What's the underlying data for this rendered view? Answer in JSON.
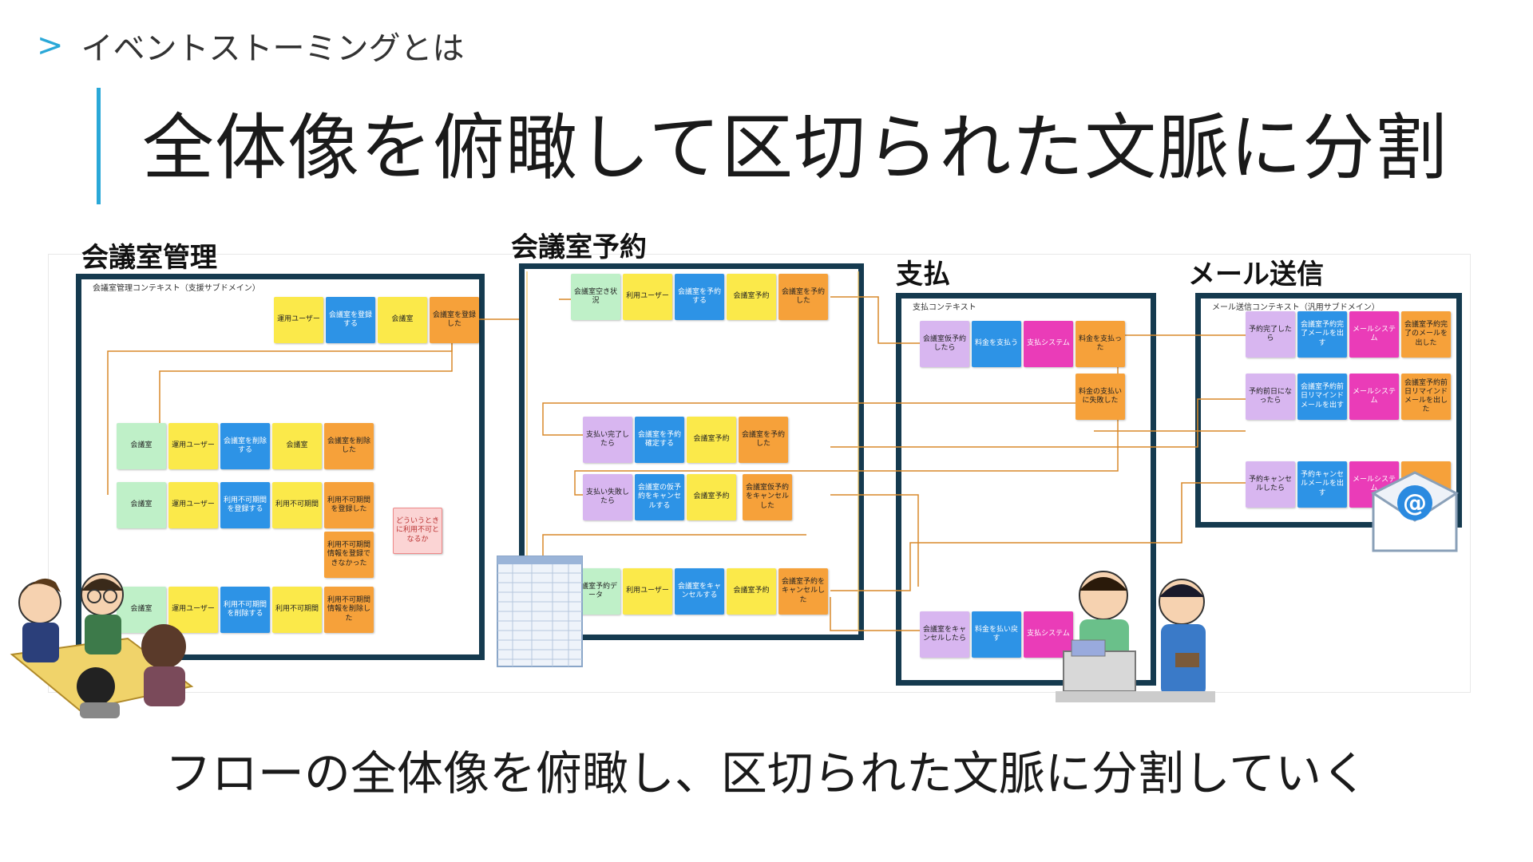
{
  "header": {
    "breadcrumb": "イベントストーミングとは",
    "title": "全体像を俯瞰して区切られた文脈に分割",
    "subtitle": "フローの全体像を俯瞰し、区切られた文脈に分割していく"
  },
  "contexts": {
    "room_mgmt": {
      "label": "会議室管理",
      "caption": "会議室管理コンテキスト（支援サブドメイン）",
      "notes": [
        "運用ユーザー",
        "会議室を登録する",
        "会議室",
        "会議室を登録した",
        "会議室",
        "運用ユーザー",
        "会議室を削除する",
        "会議室",
        "会議室を削除した",
        "会議室",
        "運用ユーザー",
        "利用不可期間を登録する",
        "利用不可期間",
        "利用不可期間を登録した",
        "利用不可期間情報を登録できなかった",
        "どういうときに利用不可となるか",
        "会議室",
        "運用ユーザー",
        "利用不可期間を削除する",
        "利用不可期間",
        "利用不可期間情報を削除した"
      ]
    },
    "reservation": {
      "label": "会議室予約",
      "notes": [
        "会議室空き状況",
        "利用ユーザー",
        "会議室を予約する",
        "会議室予約",
        "会議室を予約した",
        "支払い完了したら",
        "会議室を予約確定する",
        "会議室予約",
        "会議室を予約した",
        "支払い失敗したら",
        "会議室の仮予約をキャンセルする",
        "会議室予約",
        "会議室仮予約をキャンセルした",
        "会議室予約データ",
        "利用ユーザー",
        "会議室をキャンセルする",
        "会議室予約",
        "会議室予約をキャンセルした"
      ]
    },
    "payment": {
      "label": "支払",
      "caption": "支払コンテキスト",
      "notes": [
        "会議室仮予約したら",
        "料金を支払う",
        "支払システム",
        "料金を支払った",
        "料金の支払いに失敗した",
        "会議室をキャンセルしたら",
        "料金を払い戻す",
        "支払システム"
      ]
    },
    "mail": {
      "label": "メール送信",
      "caption": "メール送信コンテキスト（汎用サブドメイン）",
      "notes": [
        "予約完了したら",
        "会議室予約完了メールを出す",
        "メールシステム",
        "会議室予約完了のメールを出した",
        "予約前日になったら",
        "会議室予約前日リマインドメールを出す",
        "メールシステム",
        "会議室予約前日リマインドメールを出した",
        "予約キャンセルしたら",
        "予約キャンセルメールを出す",
        "メールシステム"
      ]
    }
  },
  "colors": {
    "accent": "#2aa8d8",
    "context_border": "#153a4f",
    "event": "#f6a13a",
    "command": "#2d93e6",
    "actor": "#fbe94a",
    "read_model": "#bff0c8",
    "policy": "#d8b6f0",
    "external_system": "#ea3cb8",
    "flow_line": "#d9892a"
  },
  "icons": [
    "chevron-right-icon",
    "meeting-people-illustration",
    "spreadsheet-illustration",
    "cashier-illustration",
    "mail-envelope-icon"
  ]
}
